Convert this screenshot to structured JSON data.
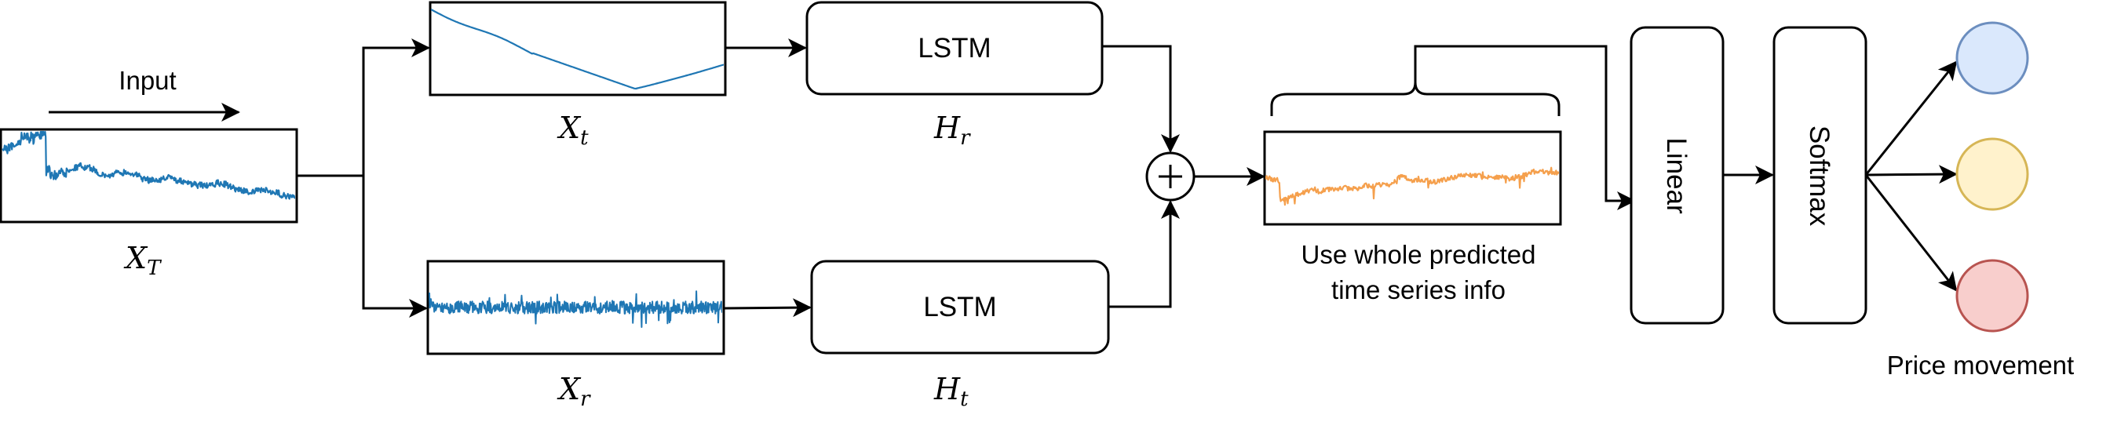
{
  "labels": {
    "input": "Input",
    "xT": "X",
    "xT_sub": "T",
    "xt": "X",
    "xt_sub": "t",
    "xr": "X",
    "xr_sub": "r",
    "hr": "H",
    "hr_sub": "r",
    "ht": "H",
    "ht_sub": "t",
    "plus": "+",
    "caption_line1": "Use whole predicted",
    "caption_line2": "time series info",
    "price_movement": "Price movement"
  },
  "blocks": {
    "lstm_top": "LSTM",
    "lstm_bottom": "LSTM",
    "linear": "Linear",
    "softmax": "Softmax"
  },
  "colors": {
    "series_blue": "#1f77b4",
    "series_orange": "#f5a04d",
    "stroke": "#000000",
    "circle_blue_fill": "#dae8fc",
    "circle_blue_stroke": "#6c8ebf",
    "circle_yellow_fill": "#fff2cc",
    "circle_yellow_stroke": "#d6b656",
    "circle_red_fill": "#f8cecc",
    "circle_red_stroke": "#b85450"
  },
  "icons": {
    "sum": "circle-plus-icon",
    "arrow": "arrow-right-icon",
    "brace": "curly-brace-icon"
  }
}
